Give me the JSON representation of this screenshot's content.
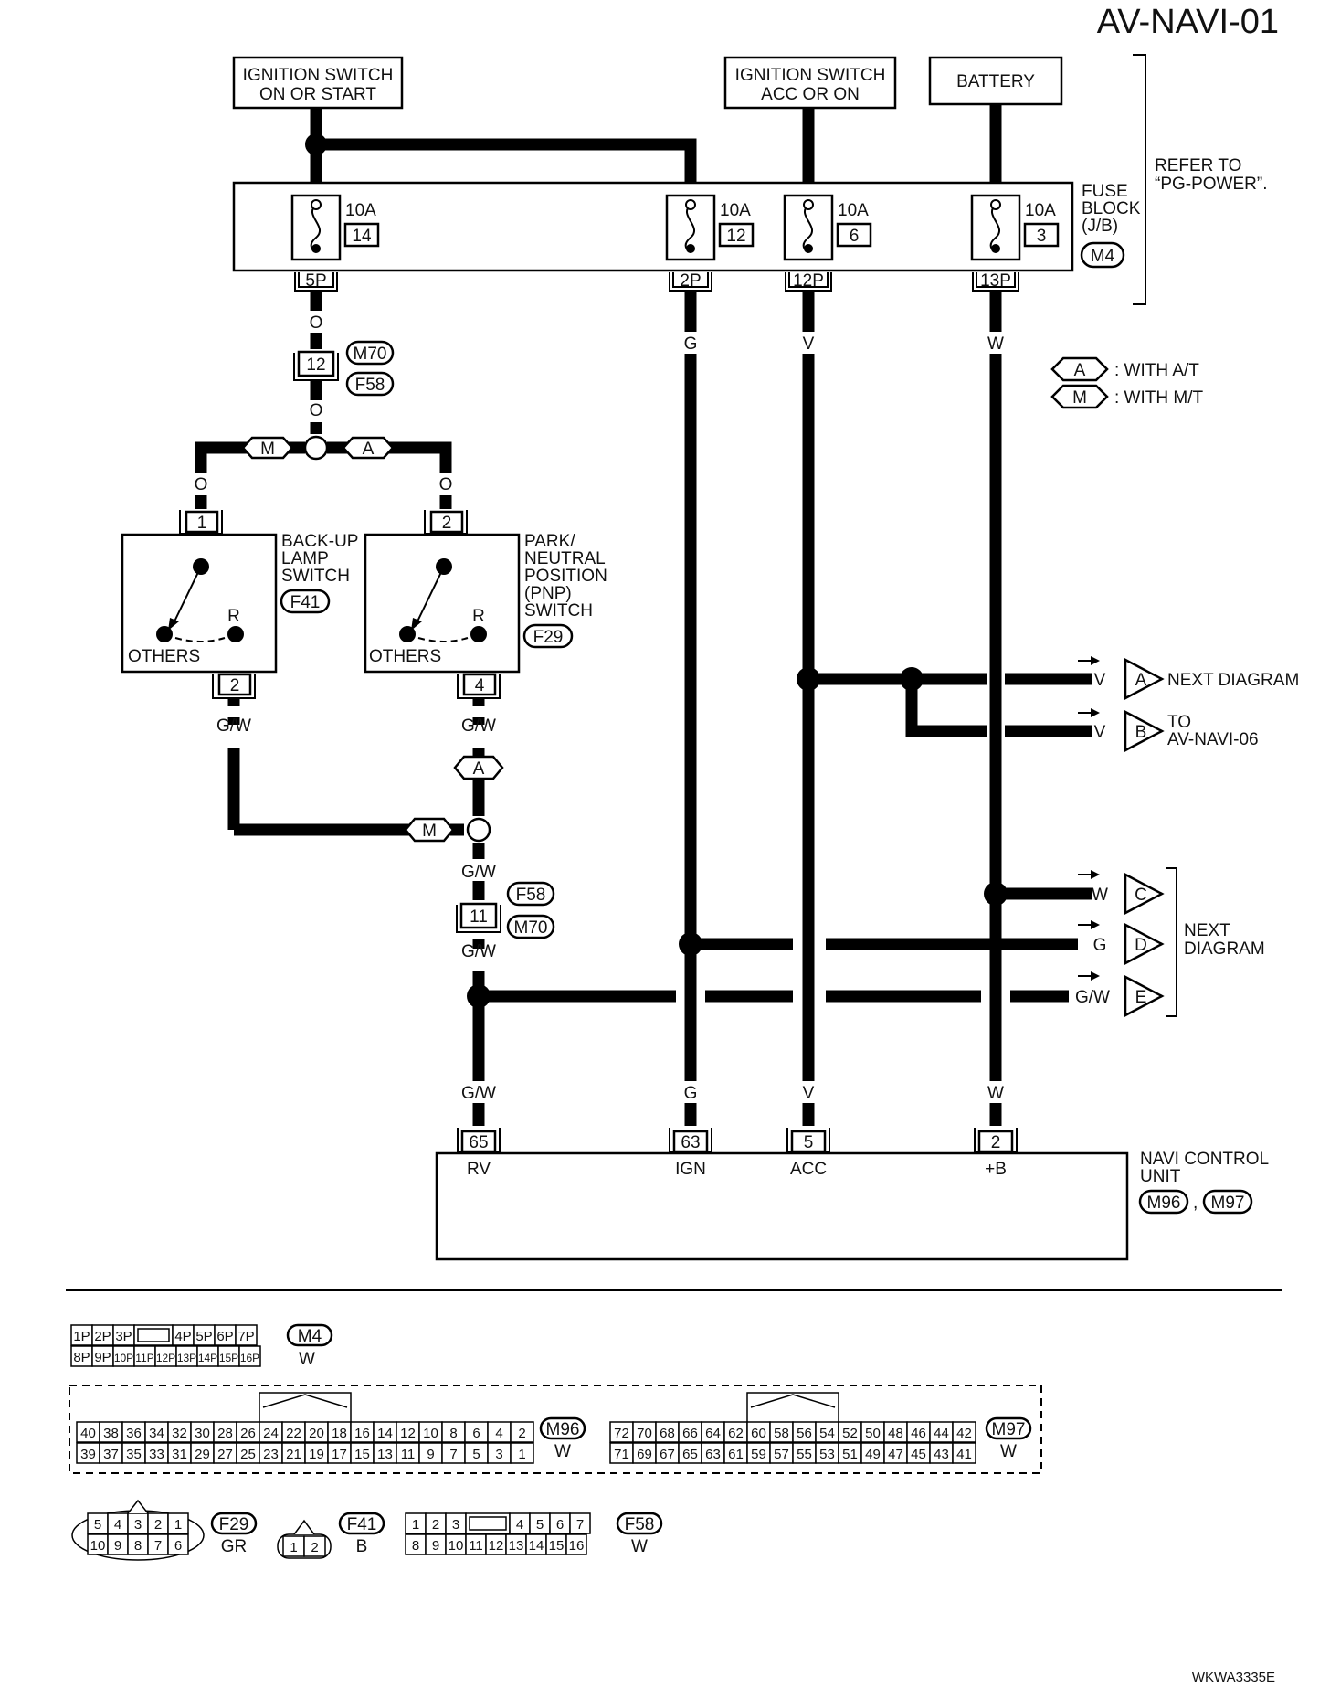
{
  "page_code": "AV-NAVI-01",
  "figure_code": "WKWA3335E",
  "sources": {
    "ign_on_start": [
      "IGNITION SWITCH",
      "ON OR START"
    ],
    "ign_acc_on": [
      "IGNITION SWITCH",
      "ACC OR ON"
    ],
    "battery": "BATTERY"
  },
  "refer_to": [
    "REFER TO",
    "“PG-POWER”."
  ],
  "fuse_block": {
    "label": [
      "FUSE",
      "BLOCK",
      "(J/B)"
    ],
    "connector": "M4",
    "fuses": [
      {
        "amps": "10A",
        "num": "14",
        "pin": "5P",
        "wire": "O"
      },
      {
        "amps": "10A",
        "num": "12",
        "pin": "2P",
        "wire": "G"
      },
      {
        "amps": "10A",
        "num": "6",
        "pin": "12P",
        "wire": "V"
      },
      {
        "amps": "10A",
        "num": "3",
        "pin": "13P",
        "wire": "W"
      }
    ]
  },
  "joint_upper": {
    "pin": "12",
    "conn_top": "M70",
    "conn_bottom": "F58",
    "wire_below": "O"
  },
  "legend": [
    {
      "code": "A",
      "text": ": WITH A/T"
    },
    {
      "code": "M",
      "text": ": WITH M/T"
    }
  ],
  "branch_wires": {
    "left": "O",
    "right": "O"
  },
  "backup_switch": {
    "label": [
      "BACK-UP",
      "LAMP",
      "SWITCH"
    ],
    "connector": "F41",
    "pin_in": "1",
    "pin_out": "2",
    "pos_r": "R",
    "pos_others": "OTHERS",
    "wire_out": "G/W"
  },
  "pnp_switch": {
    "label": [
      "PARK/",
      "NEUTRAL",
      "POSITION",
      "(PNP)",
      "SWITCH"
    ],
    "connector": "F29",
    "pin_in": "2",
    "pin_out": "4",
    "pos_r": "R",
    "pos_others": "OTHERS",
    "wire_out": "G/W"
  },
  "joint_lower": {
    "pin": "11",
    "conn_top": "F58",
    "conn_bottom": "M70",
    "wire_above": "G/W",
    "wire_below": "G/W"
  },
  "next_diagram": {
    "a": {
      "wire": "V",
      "code": "A",
      "text": "NEXT DIAGRAM"
    },
    "b": {
      "wire": "V",
      "code": "B",
      "text": [
        "TO",
        "AV-NAVI-06"
      ]
    },
    "c": {
      "wire": "W",
      "code": "C"
    },
    "d": {
      "wire": "G",
      "code": "D"
    },
    "e": {
      "wire": "G/W",
      "code": "E"
    },
    "cde_text": [
      "NEXT",
      "DIAGRAM"
    ]
  },
  "navi_unit": {
    "label": [
      "NAVI CONTROL",
      "UNIT"
    ],
    "connectors": [
      "M96",
      "M97"
    ],
    "comma": ",",
    "pins": [
      {
        "wire": "G/W",
        "pin": "65",
        "name": "RV"
      },
      {
        "wire": "G",
        "pin": "63",
        "name": "IGN"
      },
      {
        "wire": "V",
        "pin": "5",
        "name": "ACC"
      },
      {
        "wire": "W",
        "pin": "2",
        "name": "+B"
      }
    ]
  },
  "connector_faces": {
    "m4": {
      "id": "M4",
      "color": "W",
      "top": [
        "1P",
        "2P",
        "3P",
        "",
        "4P",
        "5P",
        "6P",
        "7P"
      ],
      "bottom": [
        "8P",
        "9P",
        "10P",
        "11P",
        "12P",
        "13P",
        "14P",
        "15P",
        "16P"
      ]
    },
    "m96": {
      "id": "M96",
      "color": "W",
      "top": [
        "40",
        "38",
        "36",
        "34",
        "32",
        "30",
        "28",
        "26",
        "24",
        "22",
        "20",
        "18",
        "16",
        "14",
        "12",
        "10",
        "8",
        "6",
        "4",
        "2"
      ],
      "bottom": [
        "39",
        "37",
        "35",
        "33",
        "31",
        "29",
        "27",
        "25",
        "23",
        "21",
        "19",
        "17",
        "15",
        "13",
        "11",
        "9",
        "7",
        "5",
        "3",
        "1"
      ]
    },
    "m97": {
      "id": "M97",
      "color": "W",
      "top": [
        "72",
        "70",
        "68",
        "66",
        "64",
        "62",
        "60",
        "58",
        "56",
        "54",
        "52",
        "50",
        "48",
        "46",
        "44",
        "42"
      ],
      "bottom": [
        "71",
        "69",
        "67",
        "65",
        "63",
        "61",
        "59",
        "57",
        "55",
        "53",
        "51",
        "49",
        "47",
        "45",
        "43",
        "41"
      ]
    },
    "f29": {
      "id": "F29",
      "color": "GR",
      "top": [
        "5",
        "4",
        "3",
        "2",
        "1"
      ],
      "bottom": [
        "10",
        "9",
        "8",
        "7",
        "6"
      ]
    },
    "f41": {
      "id": "F41",
      "color": "B",
      "pins": [
        "1",
        "2"
      ]
    },
    "f58": {
      "id": "F58",
      "color": "W",
      "top": [
        "1",
        "2",
        "3",
        "",
        "4",
        "5",
        "6",
        "7"
      ],
      "bottom": [
        "8",
        "9",
        "10",
        "11",
        "12",
        "13",
        "14",
        "15",
        "16"
      ]
    }
  }
}
